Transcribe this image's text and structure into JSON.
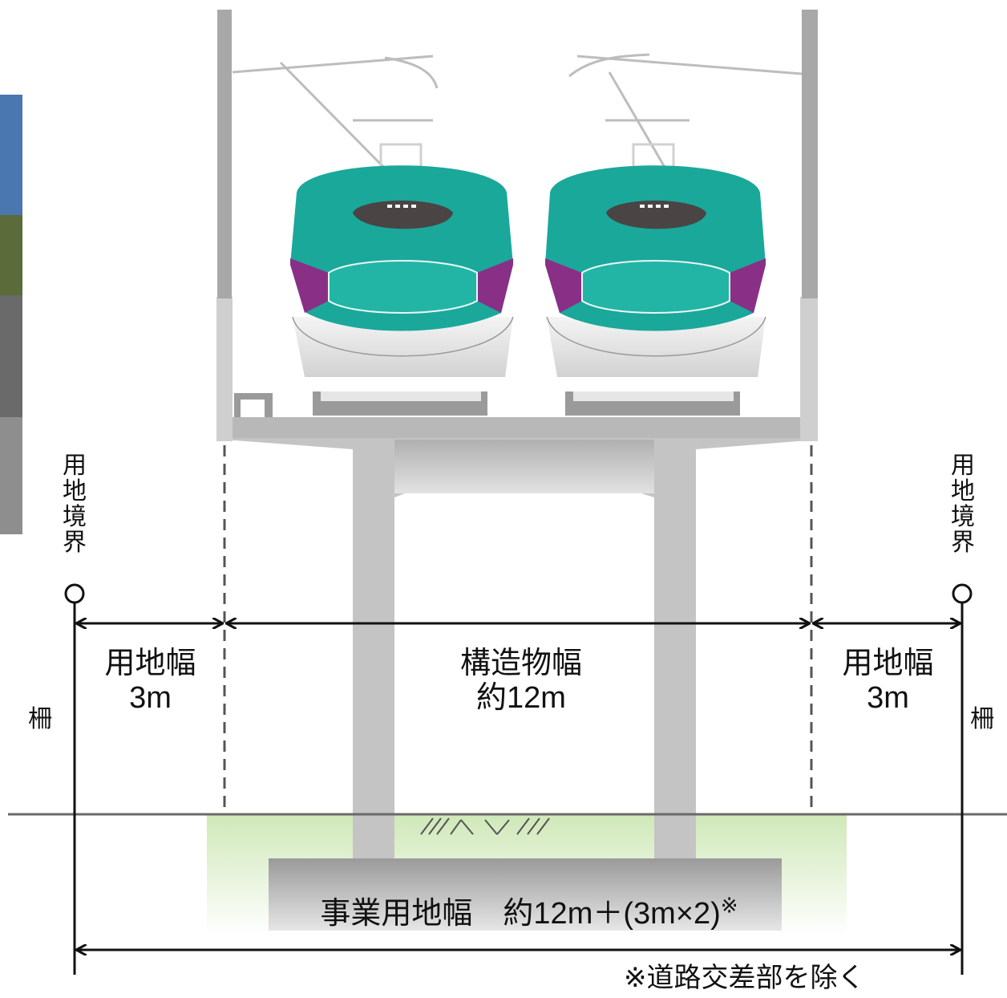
{
  "labels": {
    "boundary_left": "用地境界",
    "boundary_right": "用地境界",
    "fence_left": "柵",
    "fence_right": "柵",
    "land_width_left": [
      "用地幅",
      "3m"
    ],
    "structure_width": [
      "構造物幅",
      "約12m"
    ],
    "land_width_right": [
      "用地幅",
      "3m"
    ],
    "total_width": "事業用地幅　約12m＋(3m×2)",
    "total_mark": "※",
    "footnote": "※道路交差部を除く"
  },
  "colors": {
    "structure": "#bdbdbd",
    "structure_dark": "#8a8a8a",
    "ground_fill": "#cfe8b8",
    "train_teal": "#1aa89a",
    "train_stripe": "#8a2f86",
    "line": "#111111"
  }
}
